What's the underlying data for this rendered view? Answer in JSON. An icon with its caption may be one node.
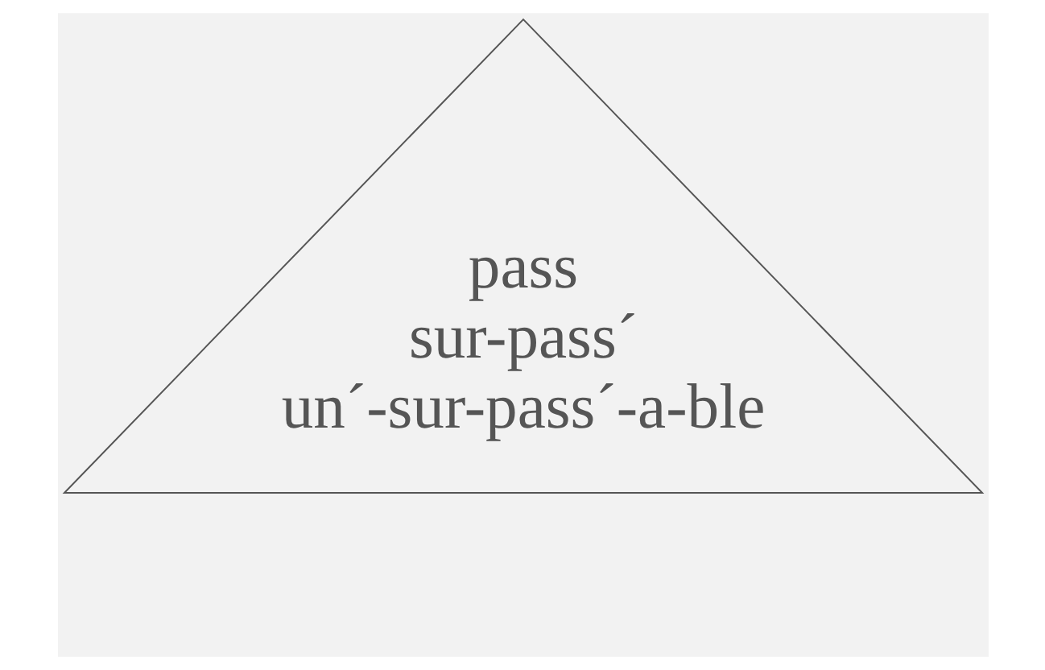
{
  "diagram": {
    "nodes": [
      {
        "text": [
          "pass",
          "sur-pass´",
          "un´-sur-pass´-a-ble"
        ]
      }
    ]
  }
}
